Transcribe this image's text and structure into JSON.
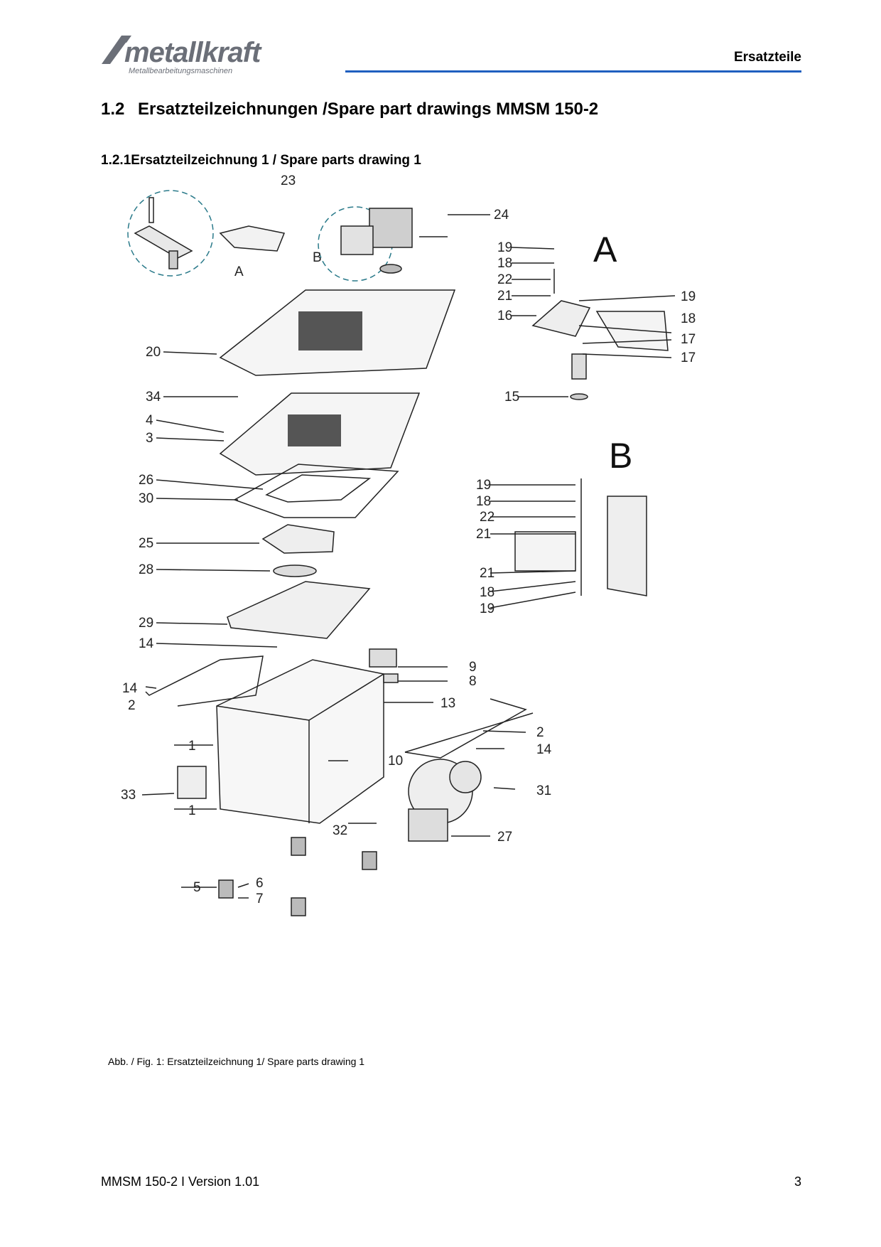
{
  "header": {
    "logo_text": "metallkraft",
    "logo_subtitle": "Metallbearbeitungsmaschinen",
    "section_label": "Ersatzteile",
    "accent_color": "#1f5fbf"
  },
  "heading": {
    "number": "1.2",
    "title": "Ersatzteilzeichnungen /Spare part drawings MMSM 150-2"
  },
  "subheading": {
    "number": "1.2.1",
    "title": "Ersatzteilzeichnung 1 / Spare parts drawing 1"
  },
  "drawing": {
    "detail_a_label": "A",
    "detail_b_label": "B",
    "part_numbers": {
      "p1": "1",
      "p2": "2",
      "p3": "3",
      "p4": "4",
      "p5": "5",
      "p6": "6",
      "p7": "7",
      "p8": "8",
      "p9": "9",
      "p10": "10",
      "p13": "13",
      "p14": "14",
      "p15": "15",
      "p16": "16",
      "p17": "17",
      "p18": "18",
      "p19": "19",
      "p20": "20",
      "p21": "21",
      "p22": "22",
      "p23": "23",
      "p24": "24",
      "p25": "25",
      "p26": "26",
      "p27": "27",
      "p28": "28",
      "p29": "29",
      "p30": "30",
      "p31": "31",
      "p32": "32",
      "p33": "33",
      "p34": "34"
    }
  },
  "caption": "Abb. / Fig. 1: Ersatzteilzeichnung 1/ Spare parts drawing 1",
  "footer": {
    "doc_version": "MMSM 150-2 I Version 1.01",
    "page_number": "3"
  }
}
